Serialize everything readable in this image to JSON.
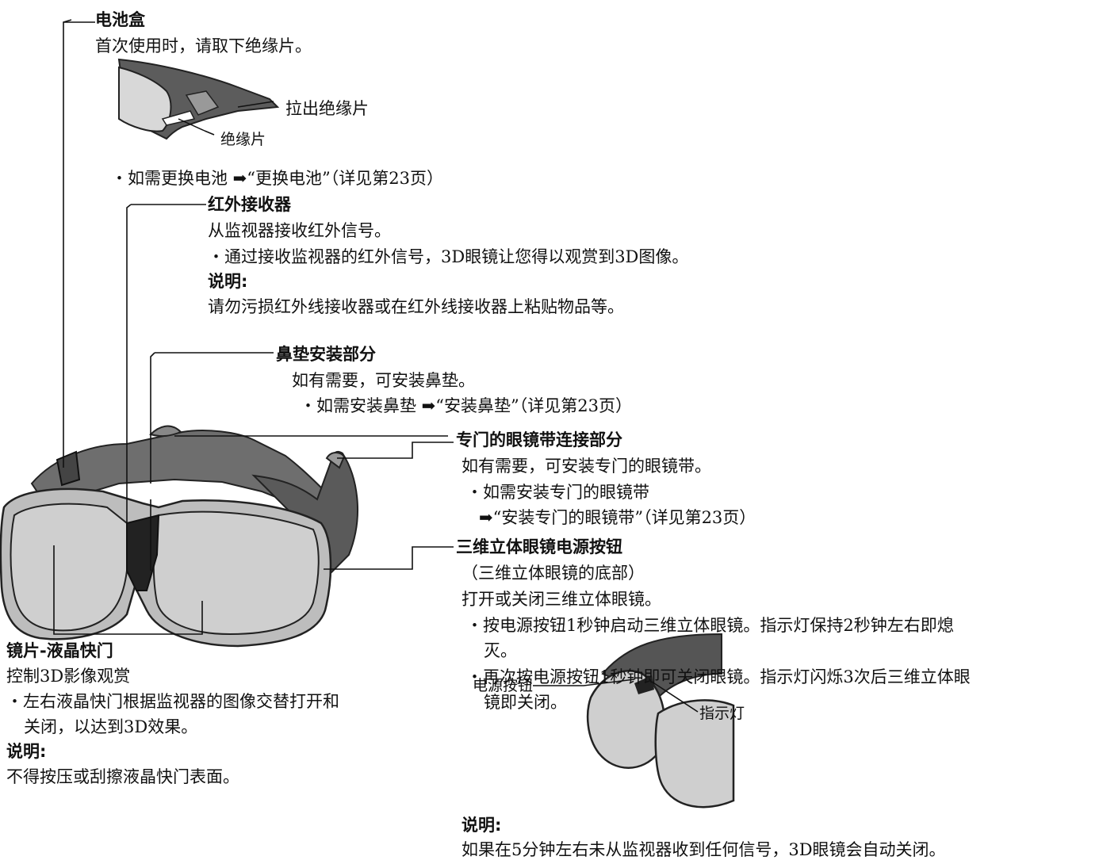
{
  "battery": {
    "title": "电池盒",
    "desc": "首次使用时，请取下绝缘片。",
    "pull_label": "拉出绝缘片",
    "sheet_label": "绝缘片",
    "replace_note": "・如需更换电池 ➡“更换电池”（详见第23页）"
  },
  "ir": {
    "title": "红外接收器",
    "desc": "从监视器接收红外信号。",
    "bullet": "・通过接收监视器的红外信号，3D眼镜让您得以观赏到3D图像。",
    "note_title": "说明:",
    "note": "请勿污损红外线接收器或在红外线接收器上粘贴物品等。"
  },
  "nose": {
    "title": "鼻垫安装部分",
    "desc": "如有需要，可安装鼻垫。",
    "bullet": "・如需安装鼻垫 ➡“安装鼻垫”（详见第23页）"
  },
  "strap": {
    "title": "专门的眼镜带连接部分",
    "desc": "如有需要，可安装专门的眼镜带。",
    "bullet": "・如需安装专门的眼镜带",
    "bullet_ref": "➡“安装专门的眼镜带”（详见第23页）"
  },
  "power": {
    "title": "三维立体眼镜电源按钮",
    "sub": "（三维立体眼镜的底部）",
    "desc": "打开或关闭三维立体眼镜。",
    "b1_l1": "・按电源按钮1秒钟启动三维立体眼镜。指示灯保持2秒钟左右即熄",
    "b1_l2": "灭。",
    "b2_l1": "・再次按电源按钮1秒钟即可关闭眼镜。指示灯闪烁3次后三维立体眼",
    "b2_l2": "镜即关闭。",
    "button_label": "电源按钮",
    "indicator_label": "指示灯",
    "note_title": "说明:",
    "note": "如果在5分钟左右未从监视器收到任何信号，3D眼镜会自动关闭。"
  },
  "lens": {
    "title": "镜片-液晶快门",
    "desc": "控制3D影像观赏",
    "b_l1": "・左右液晶快门根据监视器的图像交替打开和",
    "b_l2": "关闭，以达到3D效果。",
    "note_title": "说明:",
    "note": "不得按压或刮擦液晶快门表面。"
  }
}
